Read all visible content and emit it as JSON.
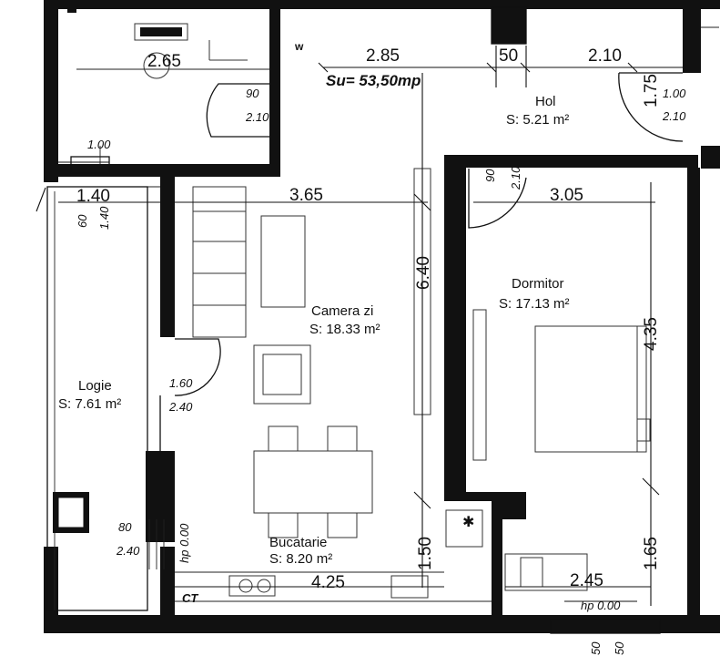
{
  "plan": {
    "total_area": "Su= 53,50mp",
    "rooms": [
      {
        "name": "Hol",
        "area": "S: 5.21 m²"
      },
      {
        "name": "Dormitor",
        "area": "S: 17.13 m²"
      },
      {
        "name": "Camera zi",
        "area": "S: 18.33 m²"
      },
      {
        "name": "Logie",
        "area": "S: 7.61 m²"
      },
      {
        "name": "Bucatarie",
        "area": "S: 8.20 m²"
      }
    ],
    "dims": {
      "bath_width": "2.65",
      "hall_a": "2.85",
      "hall_b": "50",
      "hall_c": "2.10",
      "hall_v": "1.75",
      "logie_w": "1.40",
      "living_w": "3.65",
      "living_h": "6.40",
      "bed_w": "3.05",
      "bed_h": "4.35",
      "bed_low": "1.65",
      "kitchen_w": "4.25",
      "kitchen_h": "1.50",
      "bed_bottom": "2.45",
      "logie_h": "1.40"
    },
    "doors": {
      "d1_w": "90",
      "d1_h": "2.10",
      "d2_w": "1.00",
      "d2_h": "2.10",
      "d3_w": "90",
      "d3_h": "2.10",
      "d4_w": "1.60",
      "d4_h": "2.40",
      "d5_w": "80",
      "d5_h": "2.40",
      "bath_door": "1.00",
      "logie_door": "60"
    },
    "notes": {
      "w": "w",
      "hp_1": "hp 0.00",
      "hp_2": "hp 0.00",
      "ct": "CT",
      "edge_a": "50",
      "edge_b": "50"
    }
  }
}
